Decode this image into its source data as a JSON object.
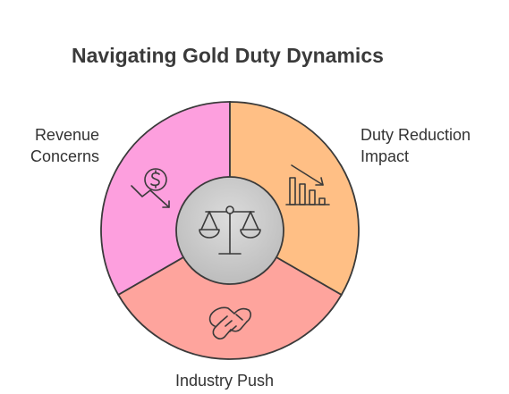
{
  "title": "Navigating Gold Duty Dynamics",
  "segments": [
    {
      "id": "revenue",
      "label_lines": [
        "Revenue",
        "Concerns"
      ],
      "color": "#fd9fde",
      "icon": "dollar-decline-icon"
    },
    {
      "id": "duty",
      "label_lines": [
        "Duty Reduction",
        "Impact"
      ],
      "color": "#ffbf85",
      "icon": "declining-bar-chart-icon"
    },
    {
      "id": "industry",
      "label_lines": [
        "Industry Push"
      ],
      "color": "#fea49d",
      "icon": "handshake-icon"
    }
  ],
  "center": {
    "icon": "balance-scale-icon",
    "color": "#cfcfcf"
  }
}
